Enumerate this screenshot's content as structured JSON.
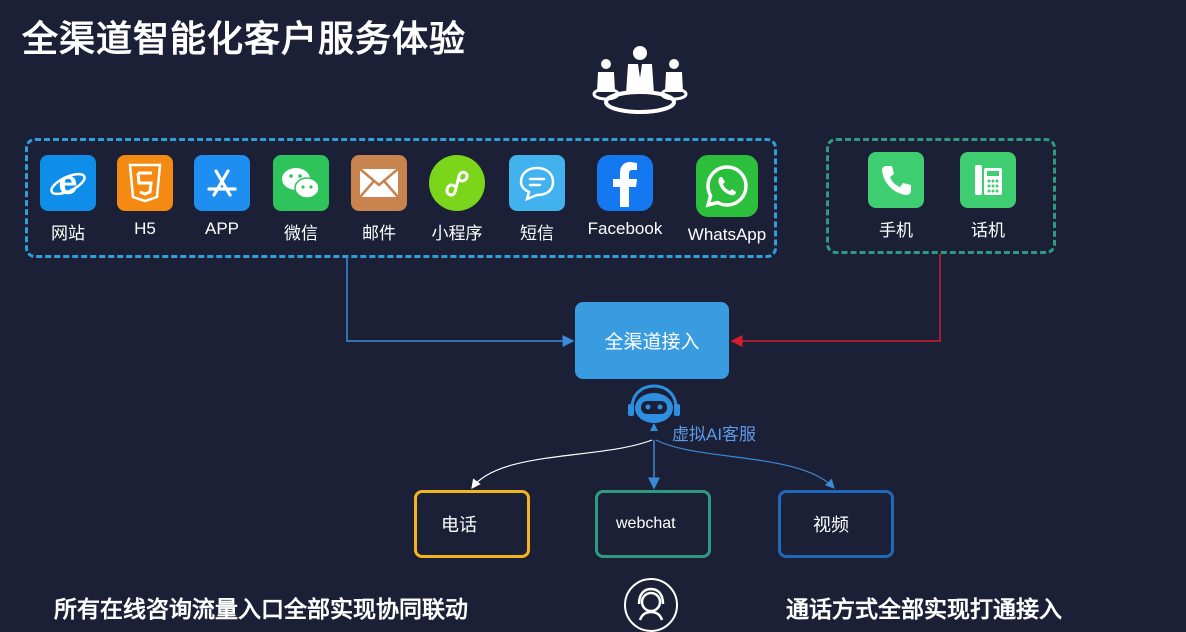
{
  "title": "全渠道智能化客户服务体验",
  "online_channels": [
    {
      "label": "网站",
      "icon": "ie-browser-icon",
      "color": "#0e8ee8"
    },
    {
      "label": "H5",
      "icon": "html5-icon",
      "color": "#f48a11"
    },
    {
      "label": "APP",
      "icon": "app-store-icon",
      "color": "#1e8ef0"
    },
    {
      "label": "微信",
      "icon": "wechat-icon",
      "color": "#2fc35c"
    },
    {
      "label": "邮件",
      "icon": "mail-icon",
      "color": "#c9834f"
    },
    {
      "label": "小程序",
      "icon": "mini-program-icon",
      "color": "#7bd61b"
    },
    {
      "label": "短信",
      "icon": "sms-icon",
      "color": "#41b2ee"
    },
    {
      "label": "Facebook",
      "icon": "facebook-icon",
      "color": "#1478f0"
    },
    {
      "label": "WhatsApp",
      "icon": "whatsapp-icon",
      "color": "#2bbf3c"
    }
  ],
  "call_channels": [
    {
      "label": "手机",
      "icon": "phone-handset-icon",
      "color": "#3fcd71"
    },
    {
      "label": "话机",
      "icon": "desk-phone-icon",
      "color": "#3fcd71"
    }
  ],
  "hub": {
    "label": "全渠道接入"
  },
  "ai": {
    "label": "虚拟AI客服"
  },
  "outputs": [
    {
      "label": "电话",
      "color": "#f2b51c"
    },
    {
      "label": "webchat",
      "color": "#2f9a80"
    },
    {
      "label": "视频",
      "color": "#2169b8"
    }
  ],
  "bottom": {
    "left": "所有在线咨询流量入口全部实现协同联动",
    "right": "通话方式全部实现打通接入"
  }
}
